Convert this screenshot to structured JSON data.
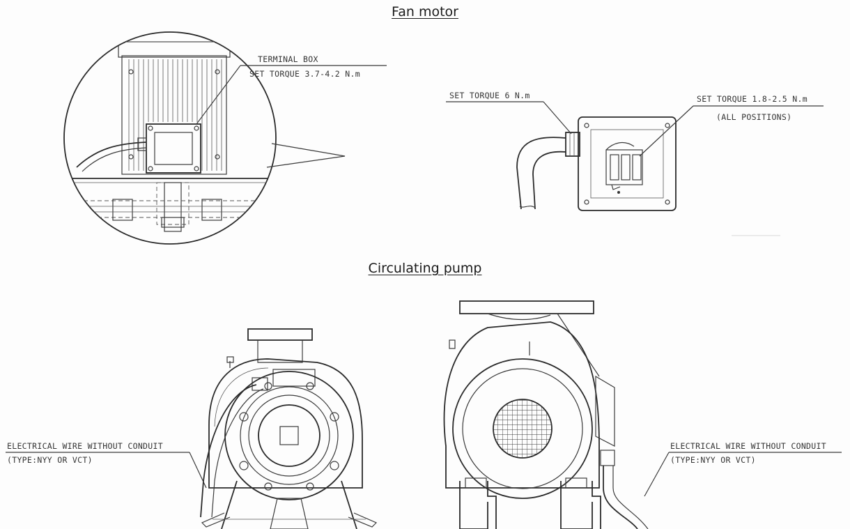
{
  "sections": {
    "fan_motor": {
      "title": "Fan motor"
    },
    "circulating_pump": {
      "title": "Circulating pump"
    }
  },
  "labels": {
    "terminal_box": "TERMINAL BOX",
    "terminal_box_torque": "SET TORQUE 3.7-4.2 N.m",
    "gland_torque": "SET TORQUE 6 N.m",
    "terminal_torque": "SET TORQUE 1.8-2.5 N.m",
    "all_positions": "(ALL POSITIONS)",
    "wire_left_line1": "ELECTRICAL WIRE WITHOUT CONDUIT",
    "wire_left_line2": "(TYPE:NYY OR VCT)",
    "wire_right_line1": "ELECTRICAL WIRE WITHOUT CONDUIT",
    "wire_right_line2": "(TYPE:NYY OR VCT)"
  },
  "colors": {
    "line": "#3a3a3a",
    "background": "#fdfdfd"
  }
}
